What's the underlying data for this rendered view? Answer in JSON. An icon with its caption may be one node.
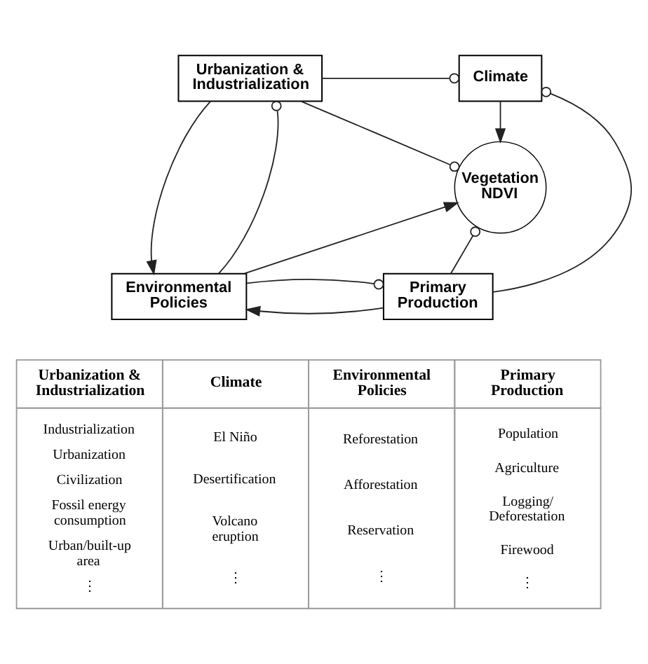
{
  "diagram": {
    "nodes": [
      {
        "text": [
          "Urbanization & Industrialization"
        ]
      },
      {
        "text": [
          "Climate"
        ]
      },
      {
        "text": [
          "Vegetation NDVI"
        ]
      },
      {
        "text": [
          "Environmental Policies"
        ]
      },
      {
        "text": [
          "Primary Production"
        ]
      }
    ],
    "edges": [
      {
        "from": 0,
        "to": 1,
        "arrow": "other"
      },
      {
        "from": 0,
        "to": 2,
        "arrow": "other"
      },
      {
        "from": 0,
        "to": 3,
        "arrow": "to"
      },
      {
        "from": 3,
        "to": 0,
        "arrow": "other"
      },
      {
        "from": 3,
        "to": 2,
        "arrow": "to"
      },
      {
        "from": 1,
        "to": 2,
        "arrow": "to"
      },
      {
        "from": 4,
        "to": 2,
        "arrow": "other"
      },
      {
        "from": 4,
        "to": 1,
        "arrow": "other"
      },
      {
        "from": 4,
        "to": 3,
        "arrow": "to"
      },
      {
        "from": 3,
        "to": 4,
        "arrow": "other"
      }
    ],
    "labels": [
      "Urbanization & Industrialization",
      "Climate",
      "Environmental Policies",
      "Primary Production",
      "Industrialization",
      "Urbanization",
      "Civilization",
      "Fossil energy consumption",
      "Urban/built-up area",
      "⋮",
      "El Niño",
      "Desertification",
      "Volcano eruption",
      "⋮",
      "Reforestation",
      "Afforestation",
      "Reservation",
      "⋮",
      "Population",
      "Agriculture",
      "Logging/ Deforestation",
      "Firewood",
      "⋮"
    ]
  }
}
